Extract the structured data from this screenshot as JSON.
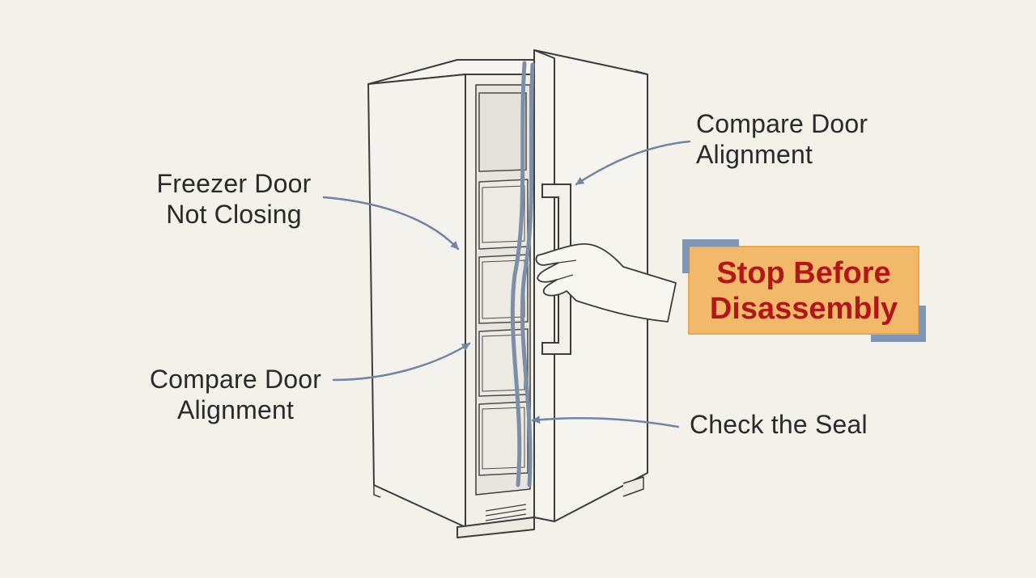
{
  "colors": {
    "background": "#f3f1ea",
    "line": "#3c3c3c",
    "arrow": "#6f85a3",
    "seal": "#7c8fa8",
    "warning_fill": "#f2b96a",
    "warning_text": "#b0161a",
    "corner_accent": "#7f97b5"
  },
  "labels": {
    "freezer_door": [
      "Freezer Door",
      "Not Closing"
    ],
    "compare_alignment_left": [
      "Compare Door",
      "Alignment"
    ],
    "compare_alignment_right": [
      "Compare Door",
      "Alignment"
    ],
    "check_seal": "Check the Seal"
  },
  "warning": [
    "Stop Before",
    "Disassembly"
  ],
  "icons": {
    "appliance": "upright-freezer-illustration",
    "hand": "hand-pulling-handle",
    "arrows": "callout-arrow"
  }
}
